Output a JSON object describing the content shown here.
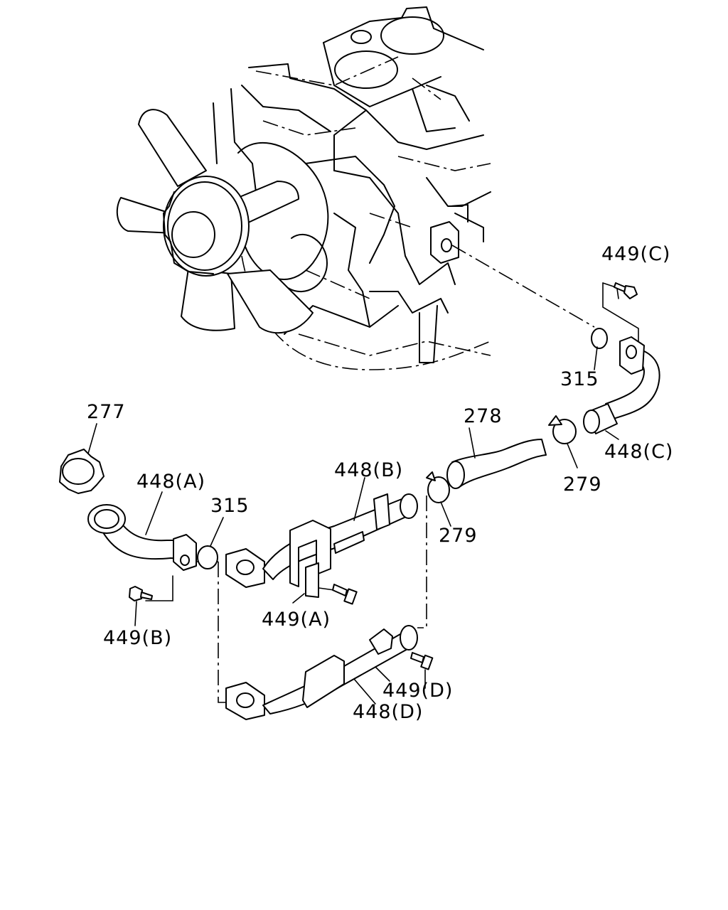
{
  "labels": {
    "l277": "277",
    "l448a": "448(A)",
    "l315a": "315",
    "l449b": "449(B)",
    "l448b": "448(B)",
    "l449a": "449(A)",
    "l279a": "279",
    "l278": "278",
    "l279b": "279",
    "l449c": "449(C)",
    "l315b": "315",
    "l448c": "448(C)",
    "l449d": "449(D)",
    "l448d": "448(D)"
  }
}
